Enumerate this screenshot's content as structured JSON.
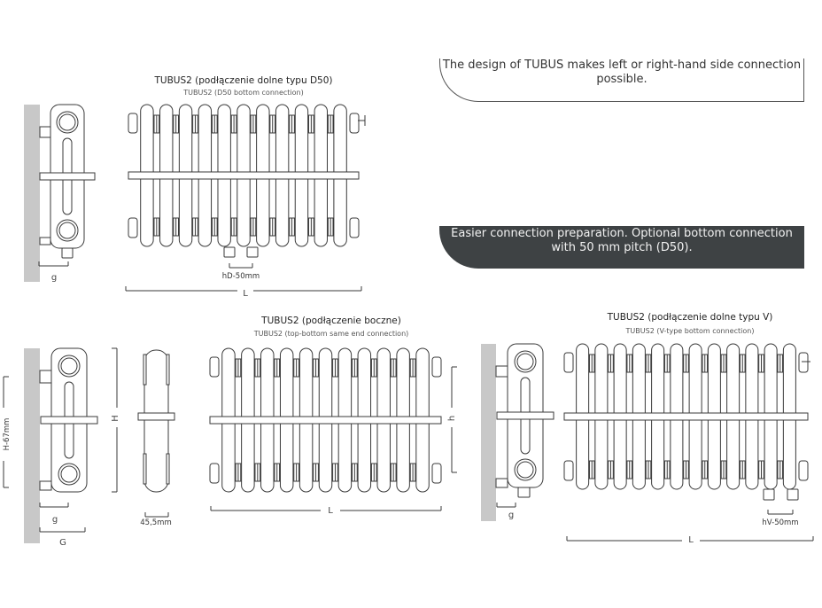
{
  "callouts": {
    "side_connection": "The design of TUBUS makes left or right-hand side connection possible.",
    "bottom_connection": "Easier connection preparation. Optional bottom connection with 50 mm pitch (D50)."
  },
  "drawings": {
    "d50": {
      "title": "TUBUS2 (podłączenie dolne typu D50)",
      "subtitle": "TUBUS2 (D50 bottom connection)",
      "pitch_label": "hD-50mm",
      "g_label": "g",
      "length_label": "L"
    },
    "side": {
      "title": "TUBUS2 (podłączenie boczne)",
      "subtitle": "TUBUS2 (top-bottom same end connection)",
      "h67_label": "H-67mm",
      "H_label": "H",
      "h_label": "h",
      "g_label": "g",
      "G_label": "G",
      "depth_label": "45,5mm",
      "length_label": "L"
    },
    "vtype": {
      "title": "TUBUS2 (podłączenie dolne typu V)",
      "subtitle": "TUBUS2 (V-type bottom connection)",
      "pitch_label": "hV-50mm",
      "g_label": "g",
      "length_label": "L"
    }
  },
  "colors": {
    "line": "#3a3a3a",
    "wall": "#c8c8c8",
    "dark_callout": "#3e4244"
  }
}
